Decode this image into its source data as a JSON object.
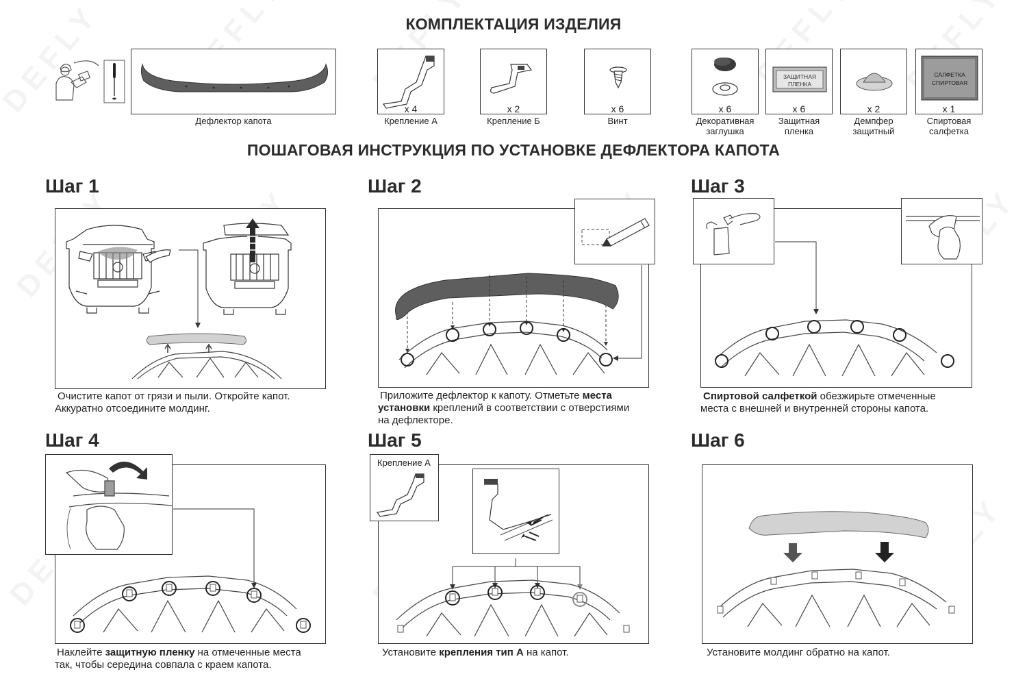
{
  "watermark": "DEFLY",
  "header": {
    "title": "КОМПЛЕКТАЦИЯ ИЗДЕЛИЯ",
    "subtitle": "ПОШАГОВАЯ ИНСТРУКЦИЯ ПО УСТАНОВКЕ ДЕФЛЕКТОРА КАПОТА"
  },
  "components": {
    "deflector": "Дефлектор капота",
    "mount_a": {
      "label": "Крепление А",
      "qty": "х 4"
    },
    "mount_b": {
      "label": "Крепление Б",
      "qty": "х 2"
    },
    "screw": {
      "label": "Винт",
      "qty": "х 6"
    },
    "cap": {
      "label_1": "Декоративная",
      "label_2": "заглушка",
      "qty": "х 6"
    },
    "film": {
      "label_1": "Защитная",
      "label_2": "пленка",
      "qty": "х 6",
      "pkg_1": "ЗАЩИТНАЯ",
      "pkg_2": "ПЛЕНКА"
    },
    "damper": {
      "label_1": "Демпфер",
      "label_2": "защитный",
      "qty": "х 2"
    },
    "wipe": {
      "label_1": "Спиртовая",
      "label_2": "салфетка",
      "qty": "х 1",
      "pkg_1": "САЛФЕТКА",
      "pkg_2": "СПИРТОВАЯ"
    }
  },
  "steps": {
    "s1": {
      "title": "Шаг 1",
      "line_1": "Очистите капот от грязи и пыли. Откройте капот.",
      "line_2": "Аккуратно отсоедините молдинг."
    },
    "s2": {
      "title": "Шаг 2",
      "t1": "Приложите дефлектор к капоту. Отметьте ",
      "b1": "места",
      "b2": "установки",
      "t2": " креплений в соответствии с отверстиями",
      "t3": "на дефлекторе."
    },
    "s3": {
      "title": "Шаг 3",
      "b1": "Спиртовой салфеткой",
      "t1": " обезжирьте отмеченные",
      "t2": "места с внешней и внутренней стороны капота."
    },
    "s4": {
      "title": "Шаг 4",
      "t1": "Наклейте ",
      "b1": "защитную пленку",
      "t2": " на отмеченные места",
      "t3": "так, чтобы середина совпала с краем капота."
    },
    "s5": {
      "title": "Шаг 5",
      "inset_label": "Крепление  А",
      "t1": "Установите ",
      "b1": "крепления тип А",
      "t2": " на капот."
    },
    "s6": {
      "title": "Шаг 6",
      "t1": "Установите молдинг обратно на капот."
    }
  }
}
